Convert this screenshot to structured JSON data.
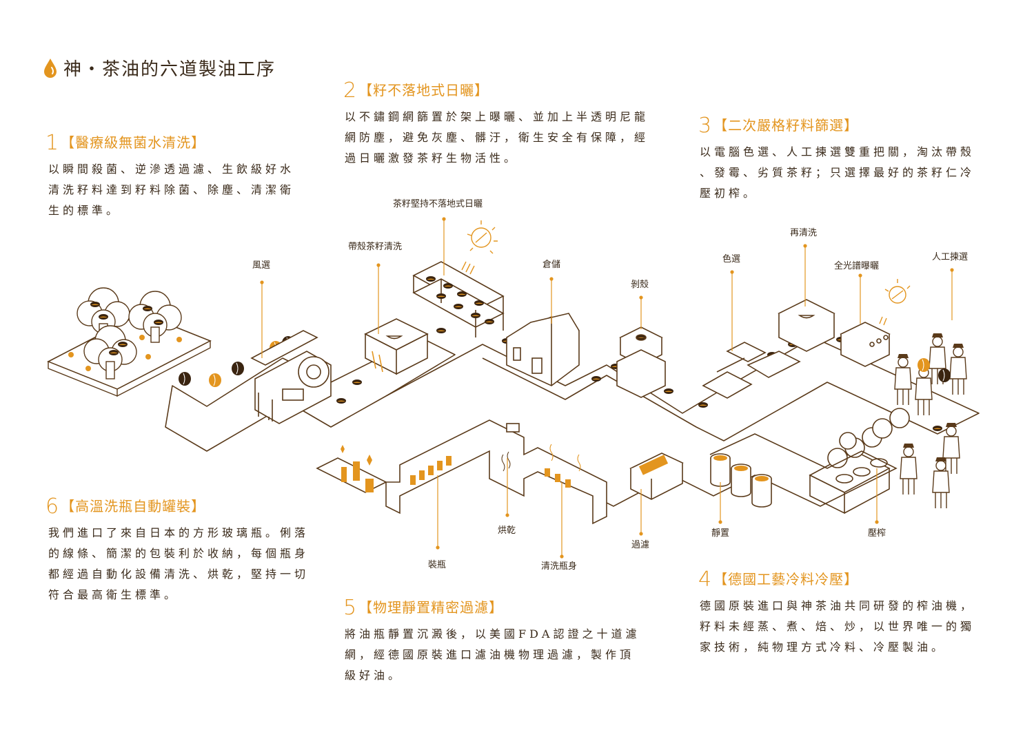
{
  "title": "神‧茶油的六道製油工序",
  "steps": [
    {
      "num": "1",
      "title": "【醫療級無菌水清洗】",
      "desc": [
        "以瞬間殺菌、逆滲透過濾、生飲級好水",
        "清洗籽料達到籽料除菌、除塵、清潔衛",
        "生的標準。"
      ]
    },
    {
      "num": "2",
      "title": "【籽不落地式日曬】",
      "desc": [
        "以不鏽鋼網篩置於架上曝曬、並加上半透明尼龍",
        "網防塵，避免灰塵、髒汙，衛生安全有保障，經",
        "過日曬激發茶籽生物活性。"
      ]
    },
    {
      "num": "3",
      "title": "【二次嚴格籽料篩選】",
      "desc": [
        "以電腦色選、人工揀選雙重把關，淘汰帶殼",
        "、發霉、劣質茶籽；只選擇最好的茶籽仁冷",
        "壓初榨。"
      ]
    },
    {
      "num": "4",
      "title": "【德國工藝冷料冷壓】",
      "desc": [
        "德國原裝進口與神茶油共同研發的榨油機，",
        "籽料未經蒸、煮、焙、炒，以世界唯一的獨",
        "家技術，純物理方式冷料、冷壓製油。"
      ]
    },
    {
      "num": "5",
      "title": "【物理靜置精密過濾】",
      "desc": [
        "將油瓶靜置沉澱後，以美國FDA認證之十道濾",
        "網，經德國原裝進口濾油機物理過濾，製作頂",
        "級好油。"
      ]
    },
    {
      "num": "6",
      "title": "【高溫洗瓶自動罐裝】",
      "desc": [
        "我們進口了來自日本的方形玻璃瓶。俐落",
        "的線條、簡潔的包裝利於收納，每個瓶身",
        "都經過自動化設備清洗、烘乾，堅持一切",
        "符合最高衛生標準。"
      ]
    }
  ],
  "labels": {
    "wind": "風選",
    "wash_shell": "帶殼茶籽清洗",
    "sun_dry": "茶籽堅持不落地式日曬",
    "storage": "倉儲",
    "shelling": "剝殼",
    "color_sort": "色選",
    "rewash": "再清洗",
    "spectrum": "全光譜曝曬",
    "hand_pick": "人工揀選",
    "press": "壓榨",
    "settle": "靜置",
    "filter": "過濾",
    "wash_bottle": "清洗瓶身",
    "dry": "烘乾",
    "bottling": "裝瓶"
  },
  "colors": {
    "accent": "#e3951f",
    "line": "#5a3a1a",
    "seed": "#3a2410"
  }
}
